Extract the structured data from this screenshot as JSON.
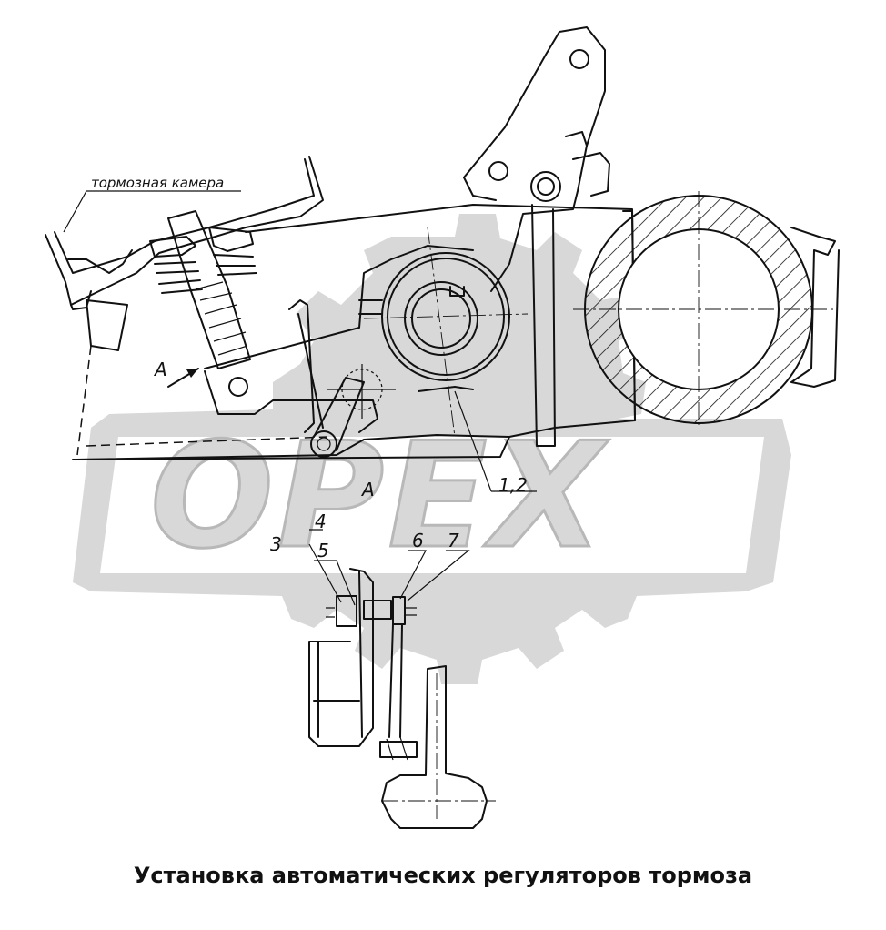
{
  "caption": "Установка автоматических регуляторов тормоза",
  "watermark_text": "OPEX",
  "labels": {
    "chamber": "тормозная камера",
    "view_arrow": "A",
    "view_title": "A",
    "pos_1_2": "1,2",
    "pos_3": "3",
    "pos_4": "4",
    "pos_5": "5",
    "pos_6": "6",
    "pos_7": "7"
  },
  "colors": {
    "line": "#111111",
    "watermark": "#d8d8d8",
    "background": "#ffffff"
  }
}
